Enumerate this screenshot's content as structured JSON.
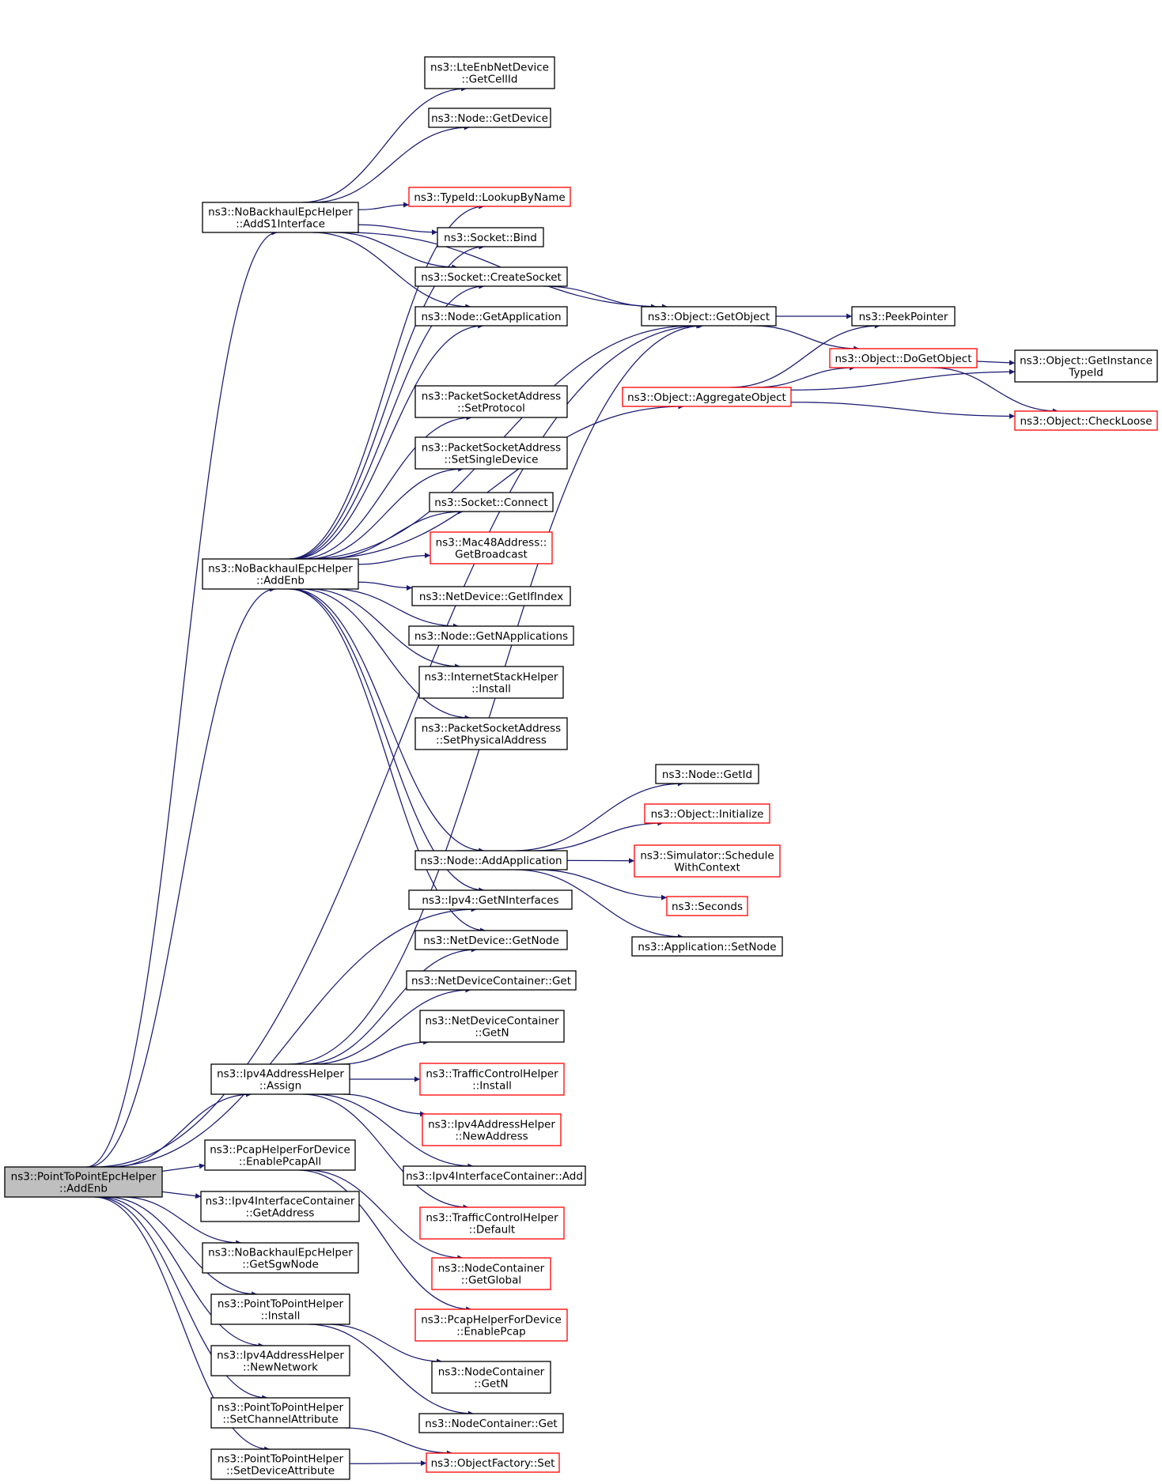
{
  "graph": {
    "root": "n_root",
    "nodes": [
      {
        "id": "n_root",
        "lines": [
          "ns3::PointToPointEpcHelper",
          "::AddEnb"
        ],
        "style": "root"
      },
      {
        "id": "n_adds1",
        "lines": [
          "ns3::NoBackhaulEpcHelper",
          "::AddS1Interface"
        ],
        "style": "normal"
      },
      {
        "id": "n_addenb",
        "lines": [
          "ns3::NoBackhaulEpcHelper",
          "::AddEnb"
        ],
        "style": "normal"
      },
      {
        "id": "n_assign",
        "lines": [
          "ns3::Ipv4AddressHelper",
          "::Assign"
        ],
        "style": "normal"
      },
      {
        "id": "n_pcapall",
        "lines": [
          "ns3::PcapHelperForDevice",
          "::EnablePcapAll"
        ],
        "style": "normal"
      },
      {
        "id": "n_getaddr",
        "lines": [
          "ns3::Ipv4InterfaceContainer",
          "::GetAddress"
        ],
        "style": "normal"
      },
      {
        "id": "n_getsgw",
        "lines": [
          "ns3::NoBackhaulEpcHelper",
          "::GetSgwNode"
        ],
        "style": "normal"
      },
      {
        "id": "n_p2pinstall",
        "lines": [
          "ns3::PointToPointHelper",
          "::Install"
        ],
        "style": "normal"
      },
      {
        "id": "n_newnet",
        "lines": [
          "ns3::Ipv4AddressHelper",
          "::NewNetwork"
        ],
        "style": "normal"
      },
      {
        "id": "n_setchan",
        "lines": [
          "ns3::PointToPointHelper",
          "::SetChannelAttribute"
        ],
        "style": "normal"
      },
      {
        "id": "n_setdev",
        "lines": [
          "ns3::PointToPointHelper",
          "::SetDeviceAttribute"
        ],
        "style": "normal"
      },
      {
        "id": "n_getcellid",
        "lines": [
          "ns3::LteEnbNetDevice",
          "::GetCellId"
        ],
        "style": "normal"
      },
      {
        "id": "n_nodegetdev",
        "lines": [
          "ns3::Node::GetDevice"
        ],
        "style": "normal"
      },
      {
        "id": "n_lookup",
        "lines": [
          "ns3::TypeId::LookupByName"
        ],
        "style": "red"
      },
      {
        "id": "n_bind",
        "lines": [
          "ns3::Socket::Bind"
        ],
        "style": "normal"
      },
      {
        "id": "n_createsock",
        "lines": [
          "ns3::Socket::CreateSocket"
        ],
        "style": "normal"
      },
      {
        "id": "n_getapp",
        "lines": [
          "ns3::Node::GetApplication"
        ],
        "style": "normal"
      },
      {
        "id": "n_setproto",
        "lines": [
          "ns3::PacketSocketAddress",
          "::SetProtocol"
        ],
        "style": "normal"
      },
      {
        "id": "n_setsingle",
        "lines": [
          "ns3::PacketSocketAddress",
          "::SetSingleDevice"
        ],
        "style": "normal"
      },
      {
        "id": "n_connect",
        "lines": [
          "ns3::Socket::Connect"
        ],
        "style": "normal"
      },
      {
        "id": "n_bcast",
        "lines": [
          "ns3::Mac48Address::",
          "GetBroadcast"
        ],
        "style": "red"
      },
      {
        "id": "n_getifindex",
        "lines": [
          "ns3::NetDevice::GetIfIndex"
        ],
        "style": "normal"
      },
      {
        "id": "n_getnapps",
        "lines": [
          "ns3::Node::GetNApplications"
        ],
        "style": "normal"
      },
      {
        "id": "n_inetinstall",
        "lines": [
          "ns3::InternetStackHelper",
          "::Install"
        ],
        "style": "normal"
      },
      {
        "id": "n_setphys",
        "lines": [
          "ns3::PacketSocketAddress",
          "::SetPhysicalAddress"
        ],
        "style": "normal"
      },
      {
        "id": "n_addapp",
        "lines": [
          "ns3::Node::AddApplication"
        ],
        "style": "normal"
      },
      {
        "id": "n_getnif",
        "lines": [
          "ns3::Ipv4::GetNInterfaces"
        ],
        "style": "normal"
      },
      {
        "id": "n_ndgetnode",
        "lines": [
          "ns3::NetDevice::GetNode"
        ],
        "style": "normal"
      },
      {
        "id": "n_ndcget",
        "lines": [
          "ns3::NetDeviceContainer::Get"
        ],
        "style": "normal"
      },
      {
        "id": "n_ndcgetn",
        "lines": [
          "ns3::NetDeviceContainer",
          "::GetN"
        ],
        "style": "normal"
      },
      {
        "id": "n_tcinstall",
        "lines": [
          "ns3::TrafficControlHelper",
          "::Install"
        ],
        "style": "red"
      },
      {
        "id": "n_newaddr",
        "lines": [
          "ns3::Ipv4AddressHelper",
          "::NewAddress"
        ],
        "style": "red"
      },
      {
        "id": "n_iicadd",
        "lines": [
          "ns3::Ipv4InterfaceContainer::Add"
        ],
        "style": "normal"
      },
      {
        "id": "n_tcdefault",
        "lines": [
          "ns3::TrafficControlHelper",
          "::Default"
        ],
        "style": "red"
      },
      {
        "id": "n_ncglobal",
        "lines": [
          "ns3::NodeContainer",
          "::GetGlobal"
        ],
        "style": "red"
      },
      {
        "id": "n_enablepcap",
        "lines": [
          "ns3::PcapHelperForDevice",
          "::EnablePcap"
        ],
        "style": "red"
      },
      {
        "id": "n_ncgetn",
        "lines": [
          "ns3::NodeContainer",
          "::GetN"
        ],
        "style": "normal"
      },
      {
        "id": "n_ncget",
        "lines": [
          "ns3::NodeContainer::Get"
        ],
        "style": "normal"
      },
      {
        "id": "n_ofset",
        "lines": [
          "ns3::ObjectFactory::Set"
        ],
        "style": "red"
      },
      {
        "id": "n_getobject",
        "lines": [
          "ns3::Object::GetObject"
        ],
        "style": "normal"
      },
      {
        "id": "n_aggregate",
        "lines": [
          "ns3::Object::AggregateObject"
        ],
        "style": "red"
      },
      {
        "id": "n_peek",
        "lines": [
          "ns3::PeekPointer"
        ],
        "style": "normal"
      },
      {
        "id": "n_dogetobj",
        "lines": [
          "ns3::Object::DoGetObject"
        ],
        "style": "red"
      },
      {
        "id": "n_getinsttid",
        "lines": [
          "ns3::Object::GetInstance",
          "TypeId"
        ],
        "style": "normal"
      },
      {
        "id": "n_checkloose",
        "lines": [
          "ns3::Object::CheckLoose"
        ],
        "style": "red"
      },
      {
        "id": "n_nodegetid",
        "lines": [
          "ns3::Node::GetId"
        ],
        "style": "normal"
      },
      {
        "id": "n_objinit",
        "lines": [
          "ns3::Object::Initialize"
        ],
        "style": "red"
      },
      {
        "id": "n_schedctx",
        "lines": [
          "ns3::Simulator::Schedule",
          "WithContext"
        ],
        "style": "red"
      },
      {
        "id": "n_seconds",
        "lines": [
          "ns3::Seconds"
        ],
        "style": "red"
      },
      {
        "id": "n_appsetnode",
        "lines": [
          "ns3::Application::SetNode"
        ],
        "style": "normal"
      }
    ],
    "edges": [
      [
        "n_root",
        "n_getobject"
      ],
      [
        "n_root",
        "n_adds1"
      ],
      [
        "n_root",
        "n_addenb"
      ],
      [
        "n_root",
        "n_getnif"
      ],
      [
        "n_root",
        "n_assign"
      ],
      [
        "n_root",
        "n_pcapall"
      ],
      [
        "n_root",
        "n_getaddr"
      ],
      [
        "n_root",
        "n_getsgw"
      ],
      [
        "n_root",
        "n_p2pinstall"
      ],
      [
        "n_root",
        "n_newnet"
      ],
      [
        "n_root",
        "n_setchan"
      ],
      [
        "n_root",
        "n_setdev"
      ],
      [
        "n_adds1",
        "n_getcellid"
      ],
      [
        "n_adds1",
        "n_nodegetdev"
      ],
      [
        "n_adds1",
        "n_getobject"
      ],
      [
        "n_adds1",
        "n_lookup"
      ],
      [
        "n_adds1",
        "n_bind"
      ],
      [
        "n_adds1",
        "n_createsock"
      ],
      [
        "n_adds1",
        "n_getapp"
      ],
      [
        "n_addenb",
        "n_lookup"
      ],
      [
        "n_addenb",
        "n_bind"
      ],
      [
        "n_addenb",
        "n_createsock"
      ],
      [
        "n_addenb",
        "n_getapp"
      ],
      [
        "n_addenb",
        "n_getobject"
      ],
      [
        "n_addenb",
        "n_setproto"
      ],
      [
        "n_addenb",
        "n_setsingle"
      ],
      [
        "n_addenb",
        "n_connect"
      ],
      [
        "n_addenb",
        "n_bcast"
      ],
      [
        "n_addenb",
        "n_getifindex"
      ],
      [
        "n_addenb",
        "n_getnapps"
      ],
      [
        "n_addenb",
        "n_inetinstall"
      ],
      [
        "n_addenb",
        "n_setphys"
      ],
      [
        "n_addenb",
        "n_aggregate"
      ],
      [
        "n_addenb",
        "n_addapp"
      ],
      [
        "n_addenb",
        "n_getnif"
      ],
      [
        "n_addenb",
        "n_ndgetnode"
      ],
      [
        "n_assign",
        "n_getobject"
      ],
      [
        "n_assign",
        "n_ndgetnode"
      ],
      [
        "n_assign",
        "n_ndcget"
      ],
      [
        "n_assign",
        "n_ndcgetn"
      ],
      [
        "n_assign",
        "n_tcinstall"
      ],
      [
        "n_assign",
        "n_newaddr"
      ],
      [
        "n_assign",
        "n_iicadd"
      ],
      [
        "n_assign",
        "n_tcdefault"
      ],
      [
        "n_pcapall",
        "n_ncglobal"
      ],
      [
        "n_pcapall",
        "n_enablepcap"
      ],
      [
        "n_p2pinstall",
        "n_ncgetn"
      ],
      [
        "n_p2pinstall",
        "n_ncget"
      ],
      [
        "n_setchan",
        "n_ofset"
      ],
      [
        "n_setdev",
        "n_ofset"
      ],
      [
        "n_createsock",
        "n_getobject"
      ],
      [
        "n_getobject",
        "n_peek"
      ],
      [
        "n_getobject",
        "n_dogetobj"
      ],
      [
        "n_aggregate",
        "n_peek"
      ],
      [
        "n_aggregate",
        "n_dogetobj"
      ],
      [
        "n_aggregate",
        "n_getinsttid"
      ],
      [
        "n_aggregate",
        "n_checkloose"
      ],
      [
        "n_dogetobj",
        "n_getinsttid"
      ],
      [
        "n_dogetobj",
        "n_checkloose"
      ],
      [
        "n_addapp",
        "n_nodegetid"
      ],
      [
        "n_addapp",
        "n_objinit"
      ],
      [
        "n_addapp",
        "n_schedctx"
      ],
      [
        "n_addapp",
        "n_seconds"
      ],
      [
        "n_addapp",
        "n_appsetnode"
      ]
    ]
  },
  "colors": {
    "edge": "#191970",
    "node_border": "#000000",
    "external_border": "#ff0000",
    "root_fill": "#bfbfbf"
  }
}
